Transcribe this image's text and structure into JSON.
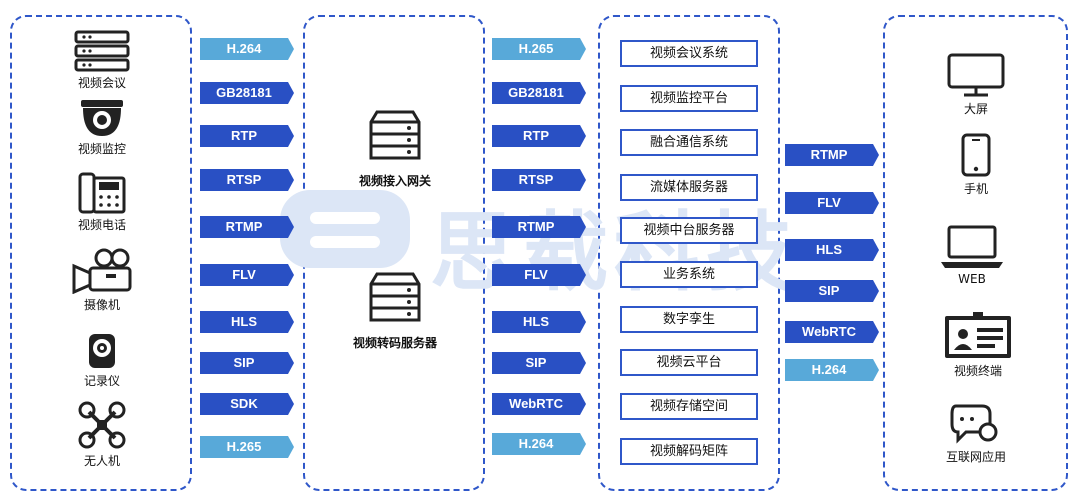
{
  "sources": [
    "视频会议",
    "视频监控",
    "视频电话",
    "摄像机",
    "记录仪",
    "无人机"
  ],
  "left_protocols": [
    "H.264",
    "GB28181",
    "RTP",
    "RTSP",
    "RTMP",
    "FLV",
    "HLS",
    "SIP",
    "SDK",
    "H.265"
  ],
  "gateways": [
    "视频接入网关",
    "视频转码服务器"
  ],
  "mid_protocols": [
    "H.265",
    "GB28181",
    "RTP",
    "RTSP",
    "RTMP",
    "FLV",
    "HLS",
    "SIP",
    "WebRTC",
    "H.264"
  ],
  "systems": [
    "视频会议系统",
    "视频监控平台",
    "融合通信系统",
    "流媒体服务器",
    "视频中台服务器",
    "业务系统",
    "数字孪生",
    "视频云平台",
    "视频存储空间",
    "视频解码矩阵"
  ],
  "right_protocols": [
    "RTMP",
    "FLV",
    "HLS",
    "SIP",
    "WebRTC",
    "H.264"
  ],
  "terminals": [
    "大屏",
    "手机",
    "WEB",
    "视频终端",
    "互联网应用"
  ],
  "watermark": "思载科技",
  "colors": {
    "dark_tag": "#2950c4",
    "light_tag": "#58a9d9",
    "border": "#2f57c9"
  }
}
